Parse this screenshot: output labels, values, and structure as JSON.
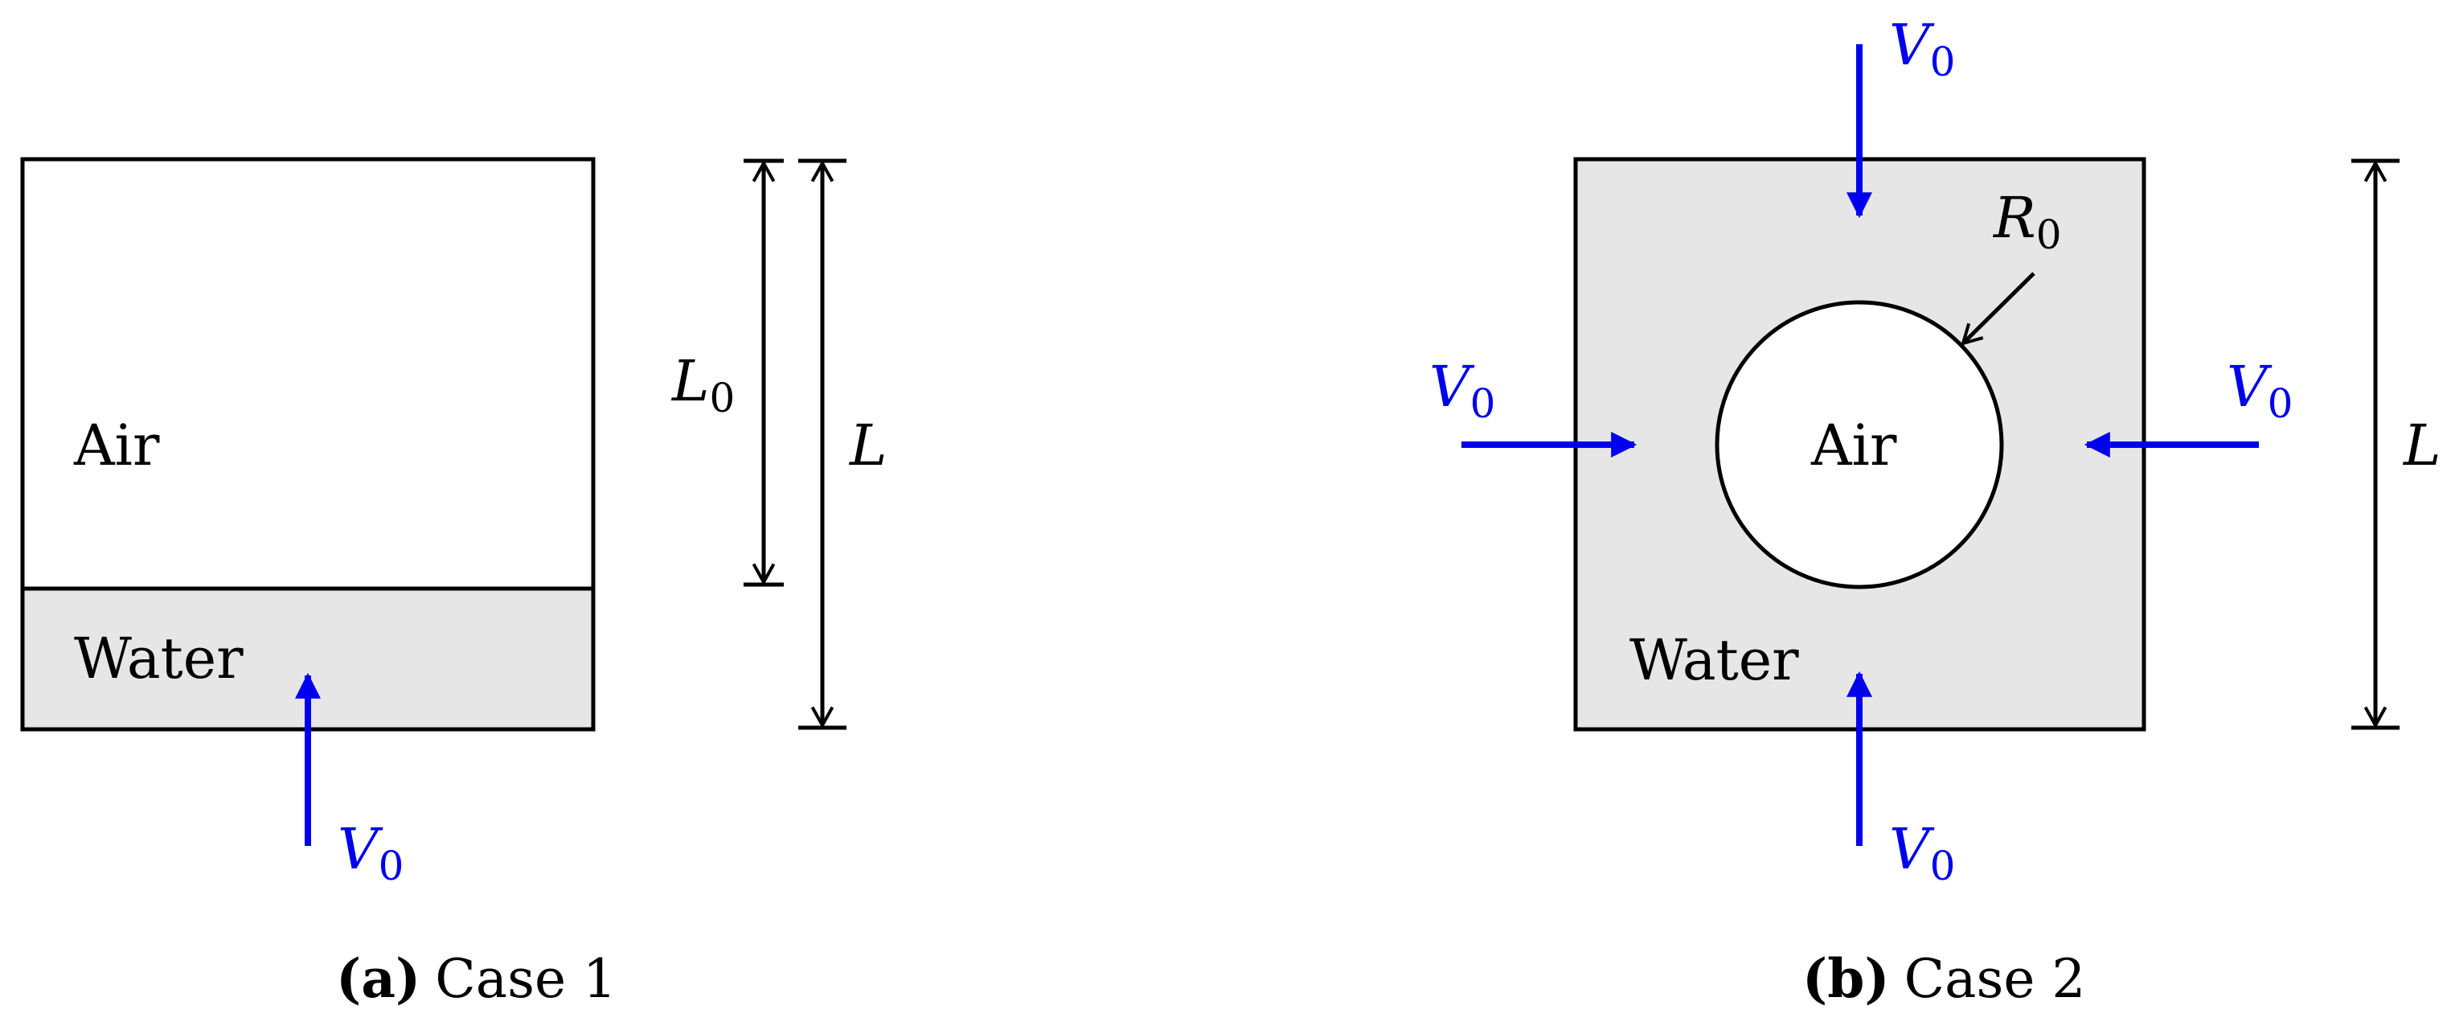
{
  "case1": {
    "air_label": "Air",
    "water_label": "Water",
    "velocity": {
      "symbol": "V",
      "subscript": "0"
    },
    "dim_inner": {
      "symbol": "L",
      "subscript": "0"
    },
    "dim_outer": {
      "symbol": "L"
    },
    "caption": {
      "tag": "(a)",
      "text": "Case 1"
    }
  },
  "case2": {
    "air_label": "Air",
    "water_label": "Water",
    "velocity": {
      "symbol": "V",
      "subscript": "0"
    },
    "radius": {
      "symbol": "R",
      "subscript": "0"
    },
    "dim": {
      "symbol": "L"
    },
    "caption": {
      "tag": "(b)",
      "text": "Case 2"
    }
  },
  "colors": {
    "water_fill": "#e6e6e6",
    "inflow_arrow": "#0000ee",
    "stroke": "#000000"
  }
}
